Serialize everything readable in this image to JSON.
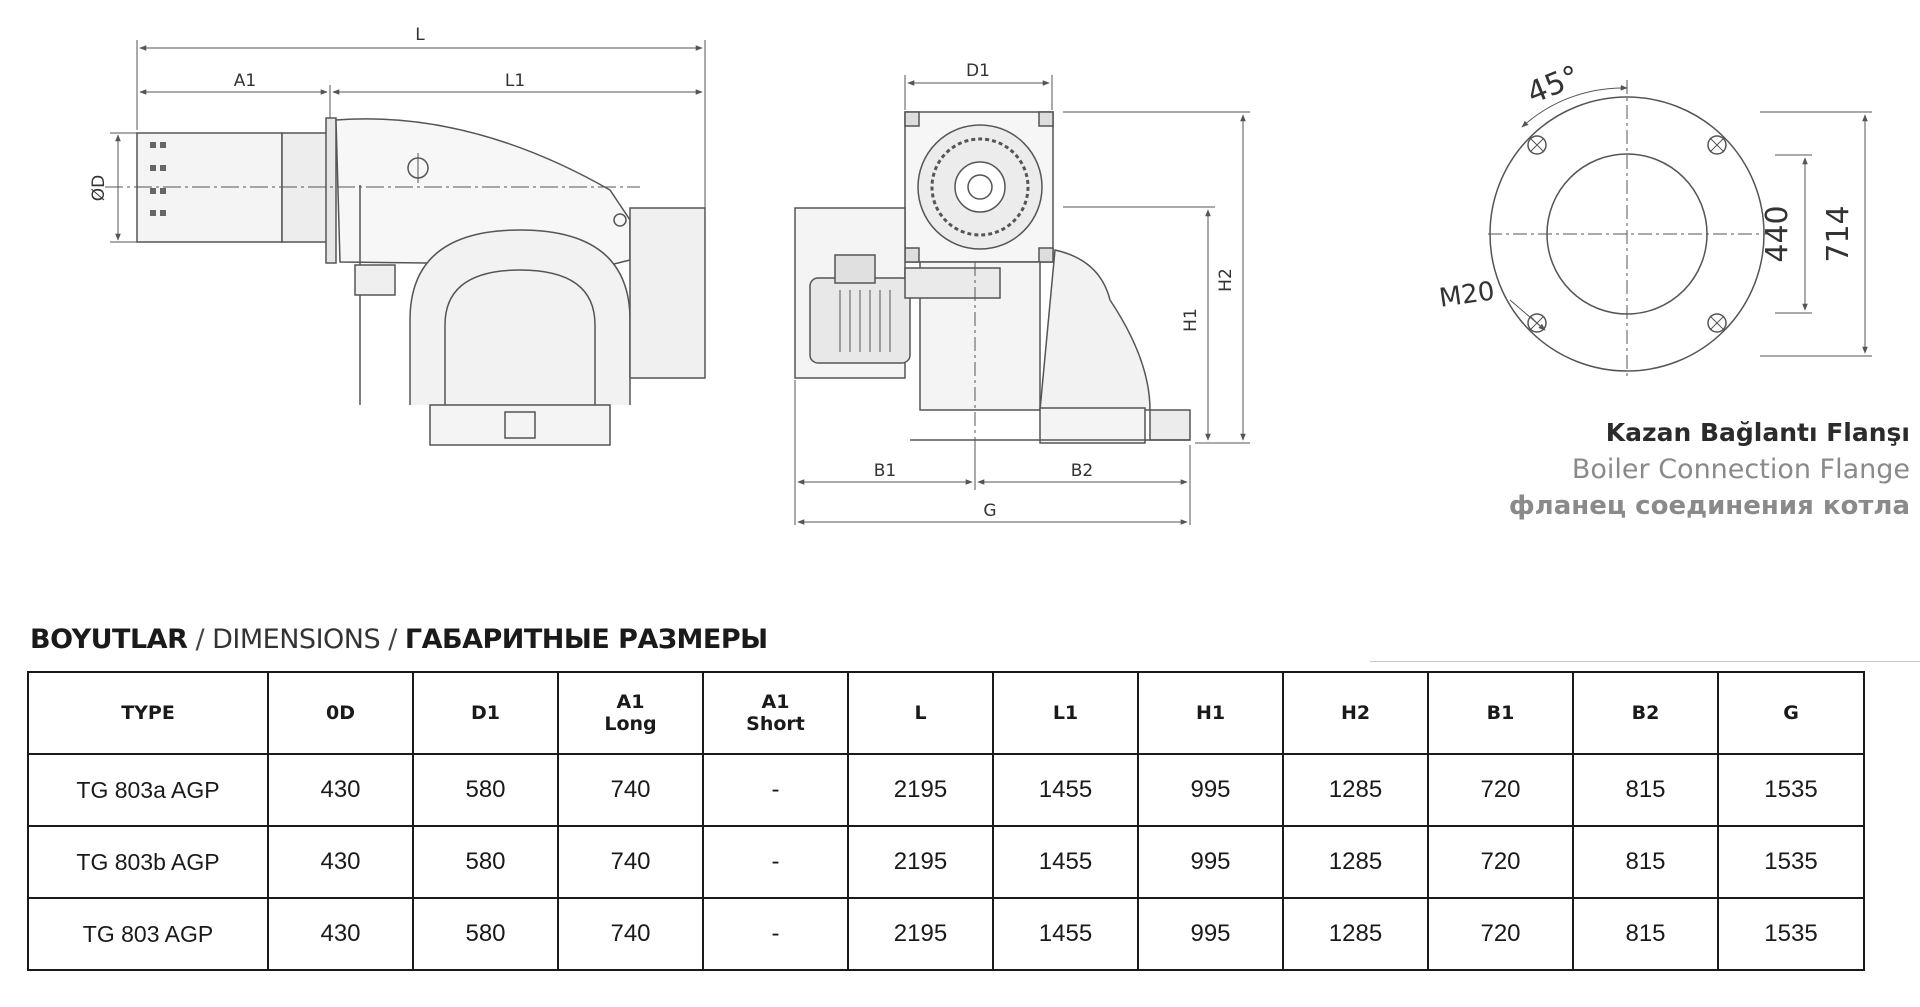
{
  "drawing_labels": {
    "side": {
      "L": "L",
      "A1": "A1",
      "L1": "L1",
      "OD": "ØD"
    },
    "front": {
      "D1": "D1",
      "H1": "H1",
      "H2": "H2",
      "B1": "B1",
      "B2": "B2",
      "G": "G"
    },
    "flange": {
      "angle": "45°",
      "bolt": "M20",
      "inner": "440",
      "outer": "714"
    }
  },
  "flange_caption": {
    "tr": "Kazan Bağlantı Flanşı",
    "en": "Boiler Connection Flange",
    "ru": "фланец соединения котла"
  },
  "section_title": {
    "tr": "BOYUTLAR",
    "sep1": " / ",
    "en": "DIMENSIONS",
    "sep2": " / ",
    "ru": "ГАБАРИТНЫЕ РАЗМЕРЫ"
  },
  "table": {
    "headers": [
      [
        "TYPE"
      ],
      [
        "0D"
      ],
      [
        "D1"
      ],
      [
        "A1",
        "Long"
      ],
      [
        "A1",
        "Short"
      ],
      [
        "L"
      ],
      [
        "L1"
      ],
      [
        "H1"
      ],
      [
        "H2"
      ],
      [
        "B1"
      ],
      [
        "B2"
      ],
      [
        "G"
      ]
    ],
    "rows": [
      [
        "TG 803a AGP",
        "430",
        "580",
        "740",
        "-",
        "2195",
        "1455",
        "995",
        "1285",
        "720",
        "815",
        "1535"
      ],
      [
        "TG 803b AGP",
        "430",
        "580",
        "740",
        "-",
        "2195",
        "1455",
        "995",
        "1285",
        "720",
        "815",
        "1535"
      ],
      [
        "TG 803 AGP",
        "430",
        "580",
        "740",
        "-",
        "2195",
        "1455",
        "995",
        "1285",
        "720",
        "815",
        "1535"
      ]
    ]
  }
}
